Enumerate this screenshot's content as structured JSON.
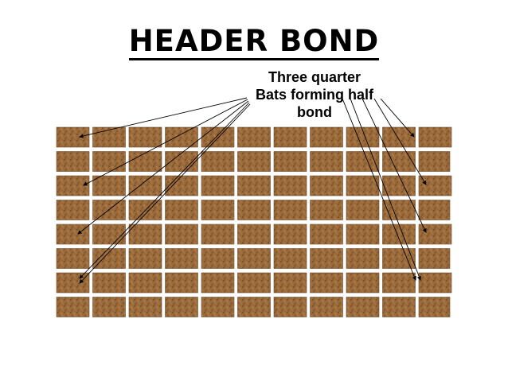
{
  "title": "HEADER BOND",
  "annotation": {
    "lines": [
      "Three quarter",
      "Bats forming half",
      "bond"
    ]
  },
  "wall": {
    "courses": 8,
    "brick_color": "#9b6a3a",
    "mortar_color": "#ffffff",
    "speckle_color": "#5a3a18"
  }
}
